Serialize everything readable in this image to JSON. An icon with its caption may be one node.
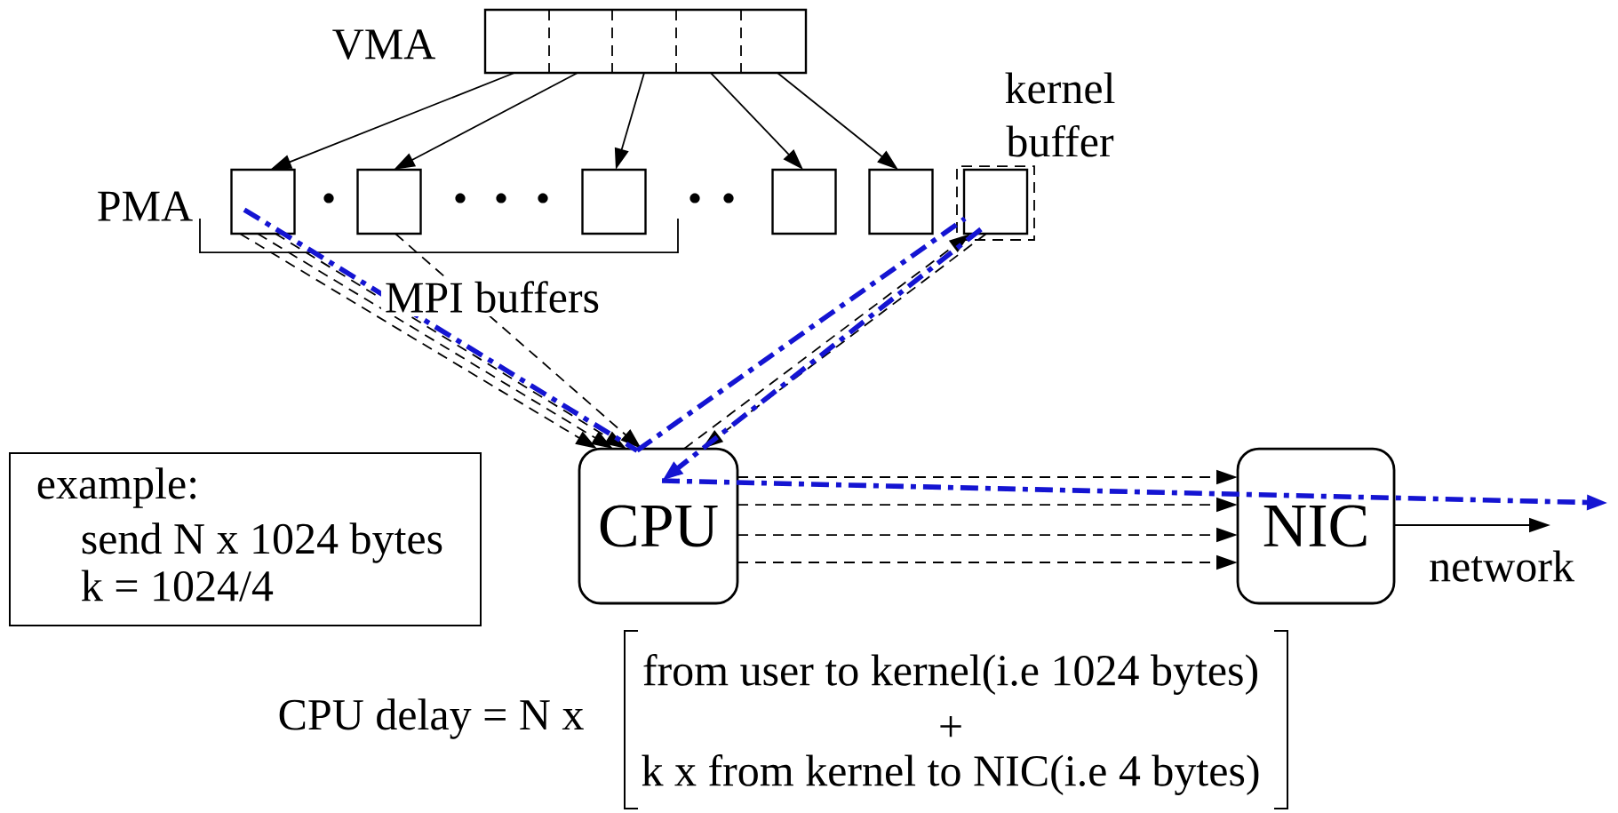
{
  "diagram": {
    "nodes": [
      {
        "text": [],
        "shape": "box",
        "beside": [
          "VMA"
        ]
      },
      {
        "text": [],
        "shape": "box",
        "beside": [
          "PMA"
        ]
      },
      {
        "text": [],
        "shape": "box"
      },
      {
        "text": [],
        "shape": "box"
      },
      {
        "text": [],
        "shape": "box"
      },
      {
        "text": [],
        "shape": "box"
      },
      {
        "text": [
          "kernel buffer"
        ]
      },
      {
        "text": [],
        "shape": "box",
        "in": 6
      },
      {
        "text": [
          "CPU"
        ]
      },
      {
        "text": [
          "NIC"
        ]
      },
      {
        "text": [
          "example:",
          "send N x 1024 bytes",
          "k = 1024/4"
        ]
      }
    ],
    "edges": [
      {
        "from": 0,
        "to": 1,
        "arrow": "to"
      },
      {
        "from": 0,
        "to": 2,
        "arrow": "to"
      },
      {
        "from": 0,
        "to": 3,
        "arrow": "to"
      },
      {
        "from": 0,
        "to": 4,
        "arrow": "to"
      },
      {
        "from": 0,
        "to": 5,
        "arrow": "to"
      },
      {
        "from": 1,
        "to": 8,
        "arrow": "to",
        "style": "dashed"
      },
      {
        "from": 1,
        "to": 8,
        "arrow": "to",
        "style": "dashed"
      },
      {
        "from": 1,
        "to": 8,
        "arrow": "to",
        "style": "dashed"
      },
      {
        "from": 2,
        "to": 8,
        "arrow": "to",
        "style": "dashed"
      },
      {
        "from": 8,
        "to": 7,
        "arrow": "to",
        "style": "dashed"
      },
      {
        "from": 7,
        "to": 8,
        "arrow": "to",
        "style": "dashed"
      },
      {
        "from": 8,
        "to": 9,
        "arrow": "to",
        "style": "dashed"
      },
      {
        "from": 8,
        "to": 9,
        "arrow": "to",
        "style": "dashed"
      },
      {
        "from": 8,
        "to": 9,
        "arrow": "to",
        "style": "dashed"
      },
      {
        "from": 8,
        "to": 9,
        "arrow": "to",
        "style": "dashed"
      },
      {
        "from": 9,
        "to": null,
        "arrow": "to",
        "label": "network"
      },
      {
        "from": 1,
        "to": 8,
        "arrow": "none",
        "style": "dashed",
        "color": "#1414d2"
      },
      {
        "from": 8,
        "to": 7,
        "arrow": "none",
        "style": "dashed",
        "color": "#1414d2"
      },
      {
        "from": 7,
        "to": 8,
        "arrow": "to",
        "style": "dashed",
        "color": "#1414d2"
      },
      {
        "from": 8,
        "to": null,
        "arrow": "to",
        "style": "dashed",
        "color": "#1414d2"
      }
    ],
    "labels": [
      "MPI buffers",
      "CPU delay = N x",
      "from user to kernel(i.e 1024 bytes)",
      "+",
      "k x from kernel to NIC(i.e 4 bytes)"
    ]
  }
}
